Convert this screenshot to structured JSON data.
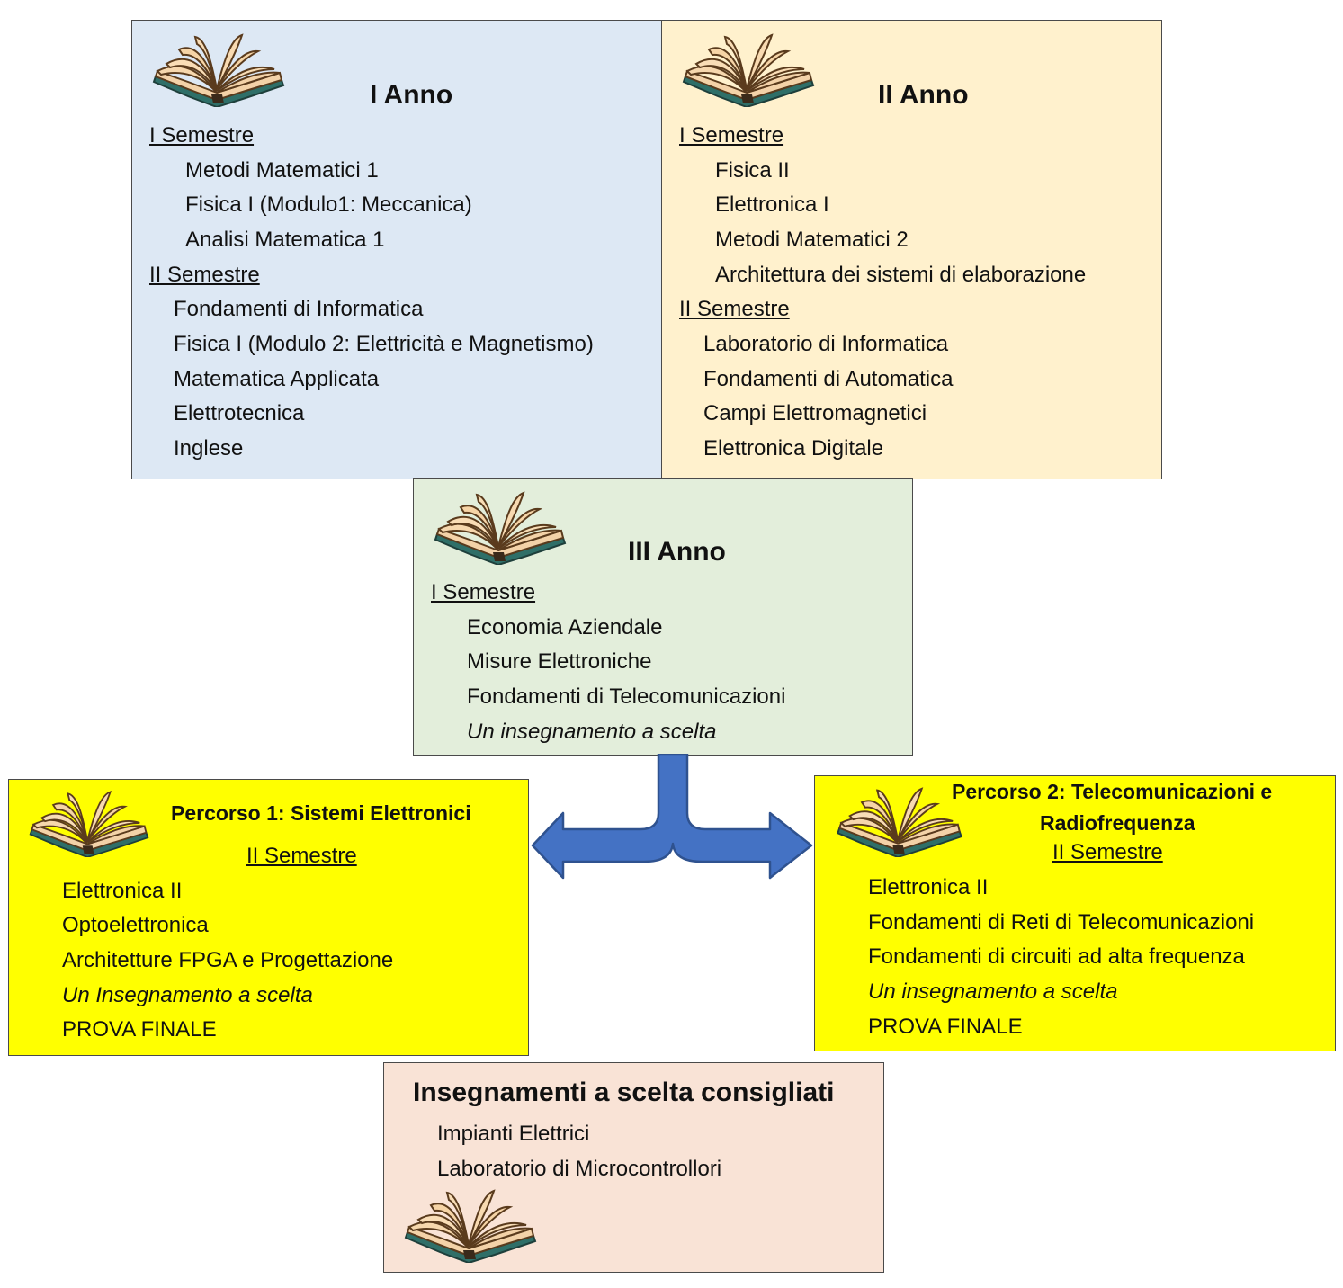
{
  "colors": {
    "anno1_bg": "#dde8f4",
    "anno2_bg": "#fff1cd",
    "anno3_bg": "#e3eedb",
    "percorso_bg": "#ffff00",
    "consigliati_bg": "#f9e3d6",
    "arrow": "#4472c4",
    "arrow_border": "#2f528f"
  },
  "icons": {
    "course_box": "book-icon",
    "split": "double-arrow-icon"
  },
  "anno1": {
    "title": "I Anno",
    "sem1_label": "I Semestre",
    "sem1_items": [
      "Metodi Matematici 1",
      "Fisica I (Modulo1: Meccanica)",
      "Analisi Matematica 1"
    ],
    "sem2_label": "II Semestre",
    "sem2_items": [
      "Fondamenti di Informatica",
      "Fisica I (Modulo 2: Elettricità e Magnetismo)",
      "Matematica Applicata",
      "Elettrotecnica",
      "Inglese"
    ]
  },
  "anno2": {
    "title": "II Anno",
    "sem1_label": "I Semestre",
    "sem1_items": [
      "Fisica II",
      "Elettronica I",
      "Metodi Matematici 2",
      "Architettura dei sistemi di elaborazione"
    ],
    "sem2_label": "II Semestre",
    "sem2_items": [
      "Laboratorio di Informatica",
      "Fondamenti di Automatica",
      "Campi Elettromagnetici",
      "Elettronica Digitale"
    ]
  },
  "anno3": {
    "title": "III Anno",
    "sem1_label": "I Semestre",
    "sem1_items": [
      "Economia Aziendale",
      "Misure Elettroniche",
      "Fondamenti di Telecomunicazioni"
    ],
    "elective": "Un insegnamento a scelta"
  },
  "percorso1": {
    "title": "Percorso 1: Sistemi Elettronici",
    "sem_label": "II Semestre",
    "items": [
      "Elettronica II",
      "Optoelettronica",
      "Architetture FPGA e Progettazione"
    ],
    "elective": "Un Insegnamento a scelta",
    "final": "PROVA FINALE"
  },
  "percorso2": {
    "title_line1": "Percorso 2: Telecomunicazioni e",
    "title_line2": "Radiofrequenza",
    "sem_label": "II Semestre",
    "items": [
      "Elettronica II",
      "Fondamenti di Reti di Telecomunicazioni",
      "Fondamenti di circuiti ad alta frequenza"
    ],
    "elective": "Un insegnamento a scelta",
    "final": "PROVA FINALE"
  },
  "consigliati": {
    "title": "Insegnamenti a scelta consigliati",
    "items": [
      "Impianti Elettrici",
      "Laboratorio di Microcontrollori"
    ]
  }
}
